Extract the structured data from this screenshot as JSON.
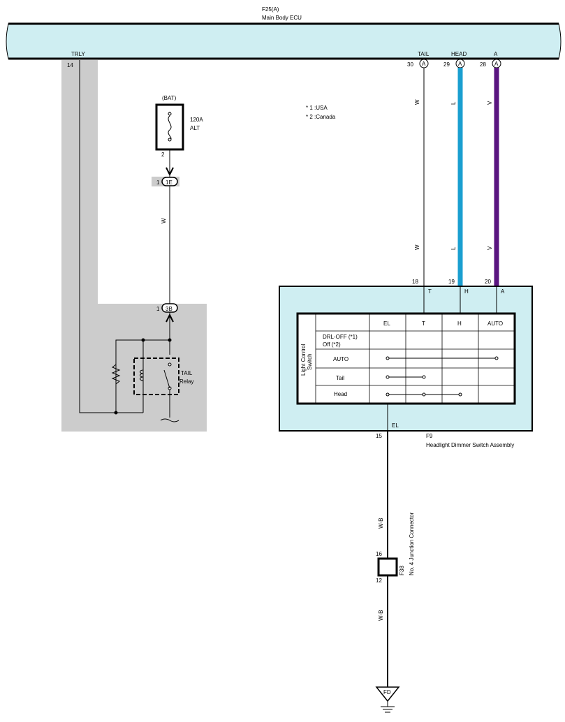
{
  "ecu": {
    "code": "F25(A)",
    "name": "Main Body ECU",
    "pins": {
      "trly": {
        "label": "TRLY",
        "number": "14"
      },
      "tail": {
        "label": "TAIL",
        "number": "30",
        "conn": "A"
      },
      "head": {
        "label": "HEAD",
        "number": "29",
        "conn": "A"
      },
      "auto": {
        "label": "A",
        "number": "28",
        "conn": "A"
      }
    }
  },
  "fuse": {
    "source": "(BAT)",
    "rating": "120A",
    "name": "ALT",
    "pin": "2"
  },
  "connectors": {
    "c1e": {
      "pin": "1",
      "code": "1E"
    },
    "c3b": {
      "pin": "1",
      "code": "3B"
    }
  },
  "wires": {
    "fuse_wire": "W",
    "tail_upper": "W",
    "tail_lower": "W",
    "head_upper": "L",
    "head_lower": "L",
    "auto_upper": "V",
    "auto_lower": "V",
    "ground_upper": "W-B",
    "ground_lower": "W-B"
  },
  "notes": {
    "note1": "* 1 :USA",
    "note2": "* 2 :Canada"
  },
  "relay": {
    "label1": "TAIL",
    "label2": "Relay"
  },
  "switch_assy": {
    "code": "F9",
    "name": "Headlight Dimmer Switch Assembly",
    "pins": {
      "t": {
        "number": "18",
        "label": "T"
      },
      "h": {
        "number": "19",
        "label": "H"
      },
      "a": {
        "number": "20",
        "label": "A"
      },
      "el": {
        "number": "15",
        "label": "EL"
      }
    },
    "table": {
      "side_label_1": "Light Control",
      "side_label_2": "Switch",
      "headers": [
        "EL",
        "T",
        "H",
        "AUTO"
      ],
      "rows": [
        {
          "label_1": "DRL-OFF (*1)",
          "label_2": "Off (*2)"
        },
        {
          "label_1": "AUTO"
        },
        {
          "label_1": "Tail"
        },
        {
          "label_1": "Head"
        }
      ]
    }
  },
  "junction": {
    "code": "F38",
    "name": "No. 4 Junction Connector",
    "pin_top": "16",
    "pin_bottom": "12"
  },
  "ground": {
    "label": "FD"
  },
  "colors": {
    "ecu_fill": "#cfeef2",
    "shade": "#cccccc",
    "wire_head": "#1a9fd0",
    "wire_auto": "#5a1580",
    "switch_fill": "#cfeef2"
  }
}
